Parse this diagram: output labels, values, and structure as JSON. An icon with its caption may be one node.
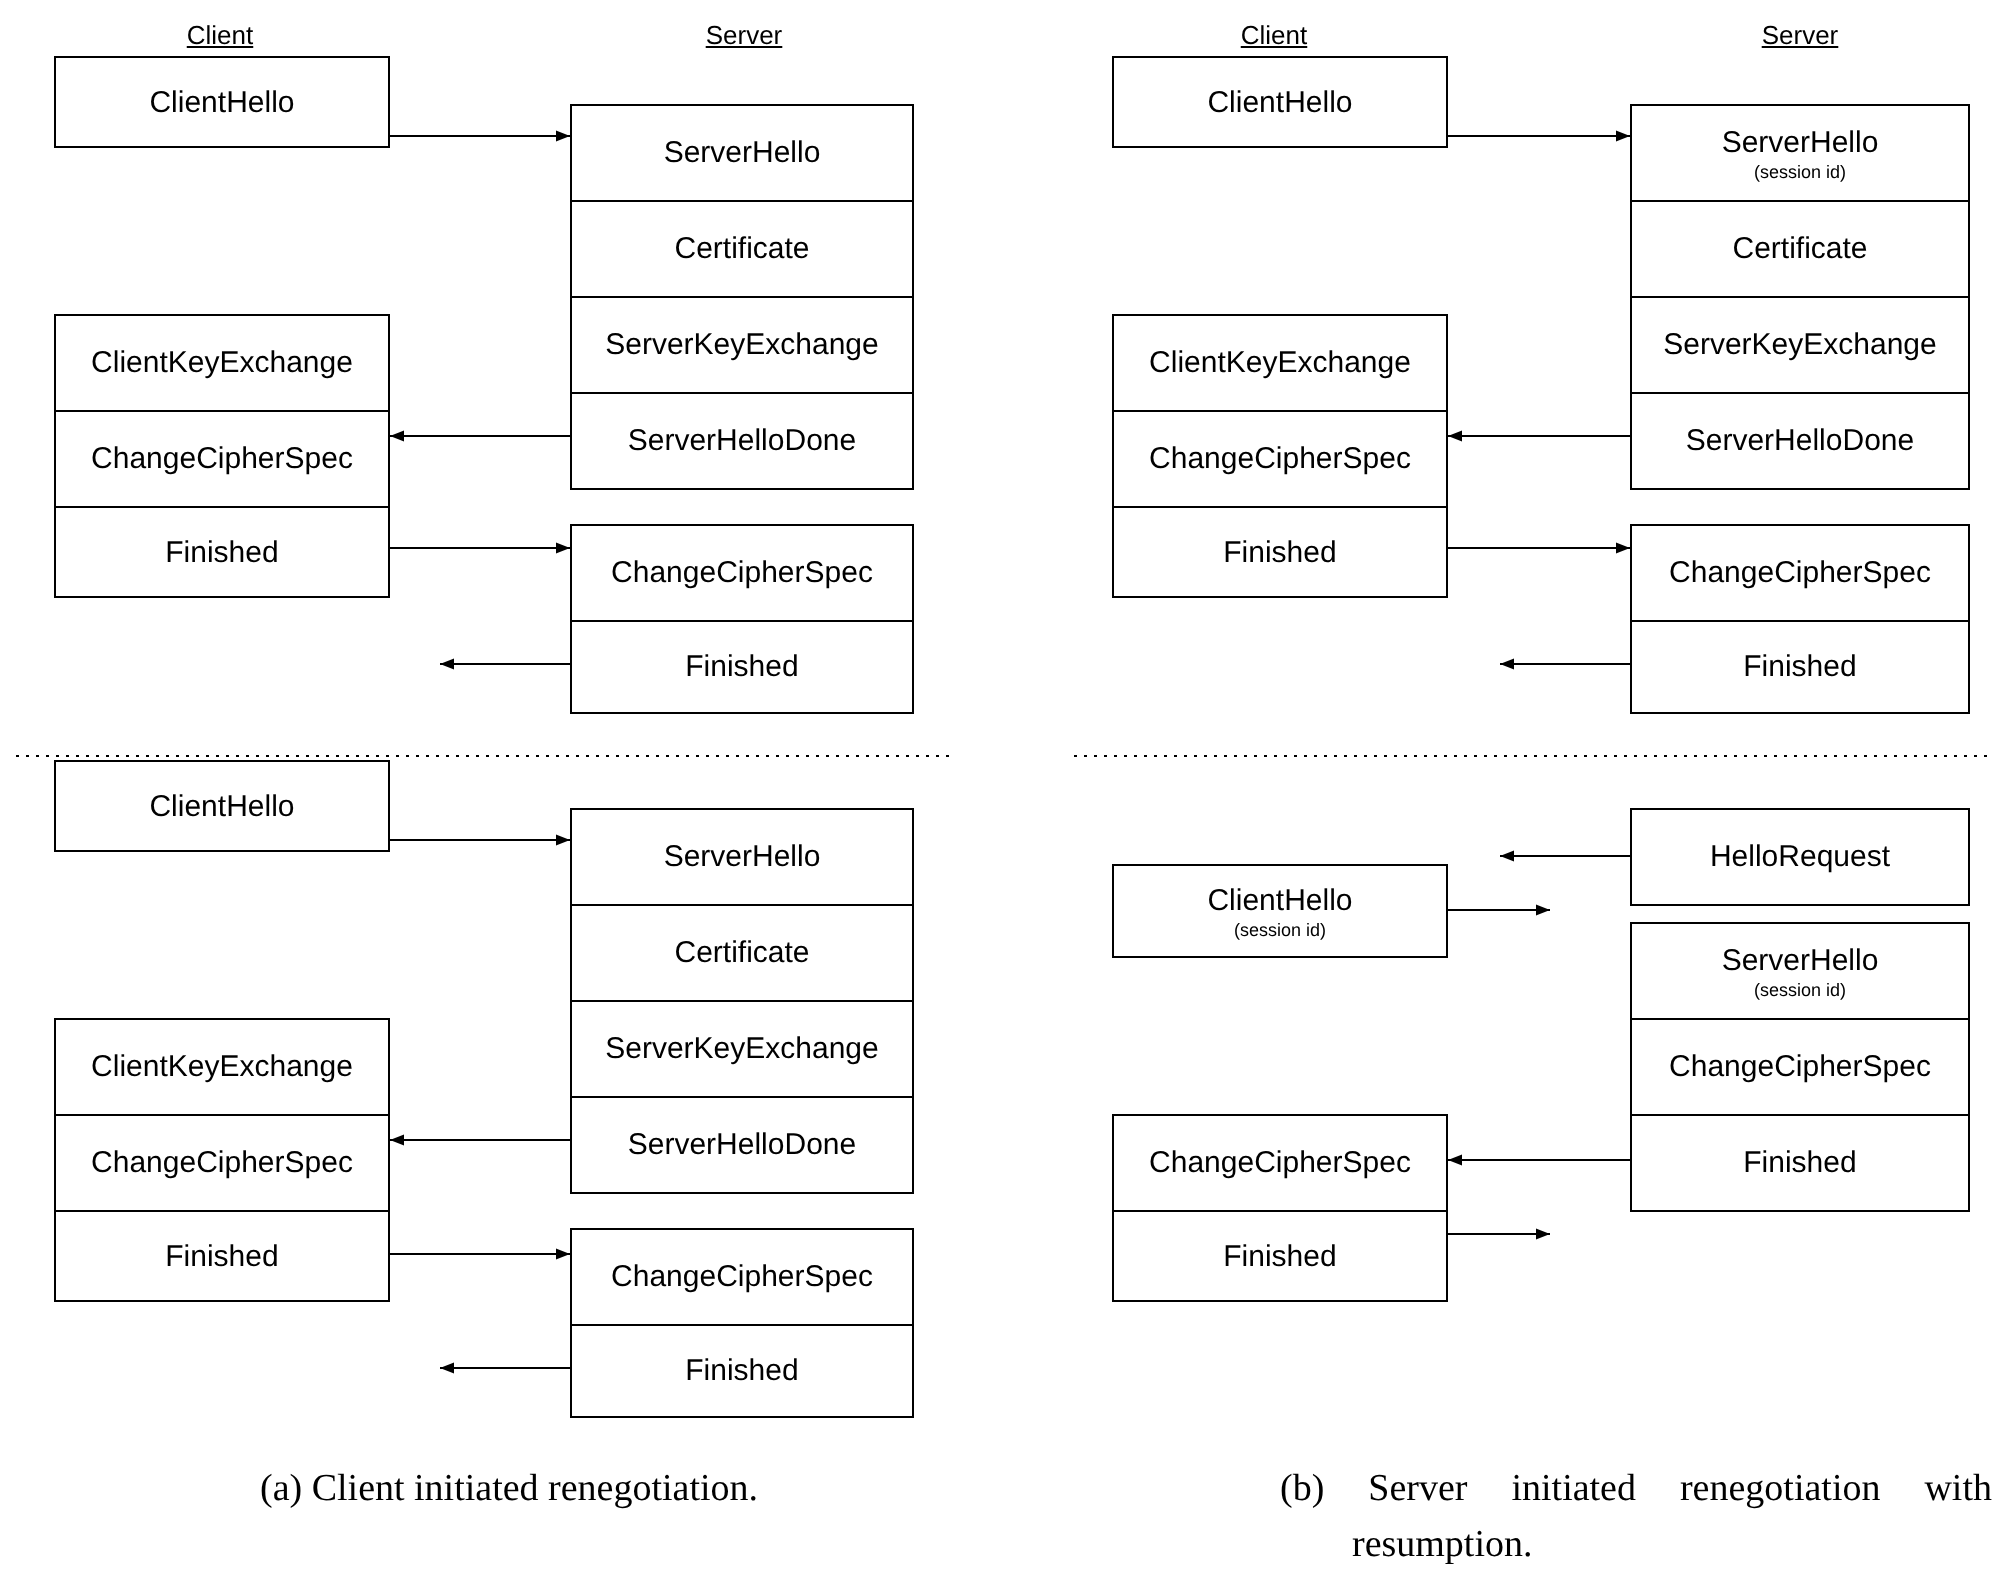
{
  "diagram": {
    "nodes": [
      {
        "text": [
          "ClientHello"
        ]
      },
      {
        "text": [
          "ServerHello"
        ]
      },
      {
        "text": [
          "Certificate"
        ]
      },
      {
        "text": [
          "ServerKeyExchange"
        ]
      },
      {
        "text": [
          "ClientKeyExchange"
        ]
      },
      {
        "text": [
          "ChangeCipherSpec"
        ]
      },
      {
        "text": [
          "ServerHelloDone"
        ]
      },
      {
        "text": [
          "Finished"
        ]
      },
      {
        "text": [
          "ChangeCipherSpec"
        ]
      },
      {
        "text": [
          "Finished"
        ]
      },
      {
        "text": [
          "ClientHello"
        ]
      },
      {
        "text": [
          "ServerHello"
        ]
      },
      {
        "text": [
          "Certificate"
        ]
      },
      {
        "text": [
          "ServerKeyExchange"
        ]
      },
      {
        "text": [
          "ClientKeyExchange"
        ]
      },
      {
        "text": [
          "ChangeCipherSpec"
        ]
      },
      {
        "text": [
          "ServerHelloDone"
        ]
      },
      {
        "text": [
          "Finished"
        ]
      },
      {
        "text": [
          "ChangeCipherSpec"
        ]
      },
      {
        "text": [
          "Finished"
        ]
      },
      {
        "text": [
          "ClientHello"
        ]
      },
      {
        "text": [
          "ServerHello",
          "(session id)"
        ]
      },
      {
        "text": [
          "Certificate"
        ]
      },
      {
        "text": [
          "ServerKeyExchange"
        ]
      },
      {
        "text": [
          "ClientKeyExchange"
        ]
      },
      {
        "text": [
          "ChangeCipherSpec"
        ]
      },
      {
        "text": [
          "ServerHelloDone"
        ]
      },
      {
        "text": [
          "Finished"
        ]
      },
      {
        "text": [
          "ChangeCipherSpec"
        ]
      },
      {
        "text": [
          "Finished"
        ]
      },
      {
        "text": [
          "HelloRequest"
        ]
      },
      {
        "text": [
          "ClientHello",
          "(session id)"
        ]
      },
      {
        "text": [
          "ServerHello",
          "(session id)"
        ]
      },
      {
        "text": [
          "ChangeCipherSpec"
        ]
      },
      {
        "text": [
          "ChangeCipherSpec"
        ]
      },
      {
        "text": [
          "Finished"
        ]
      },
      {
        "text": [
          "Finished"
        ]
      }
    ],
    "edges": [
      {
        "from": 0,
        "to": 1,
        "arrow": "to"
      },
      {
        "from": 6,
        "to": 5,
        "arrow": "to"
      },
      {
        "from": 7,
        "to": 8,
        "arrow": "to"
      },
      {
        "from": 9,
        "to": null,
        "arrow": "to"
      },
      {
        "from": 10,
        "to": 11,
        "arrow": "to"
      },
      {
        "from": 16,
        "to": 15,
        "arrow": "to"
      },
      {
        "from": 17,
        "to": 18,
        "arrow": "to"
      },
      {
        "from": 19,
        "to": null,
        "arrow": "to"
      },
      {
        "from": 20,
        "to": 21,
        "arrow": "to"
      },
      {
        "from": 26,
        "to": 25,
        "arrow": "to"
      },
      {
        "from": 27,
        "to": 28,
        "arrow": "to"
      },
      {
        "from": 29,
        "to": null,
        "arrow": "to"
      },
      {
        "from": 30,
        "to": null,
        "arrow": "to"
      },
      {
        "from": 31,
        "to": null,
        "arrow": "to"
      },
      {
        "from": 35,
        "to": 34,
        "arrow": "to"
      },
      {
        "from": 36,
        "to": null,
        "arrow": "to"
      }
    ],
    "labels": [
      "Client",
      "Server",
      "Client",
      "Server",
      "(a) Client initiated renegotiation.",
      "(b) Server initiated renegotiation with resumption."
    ]
  }
}
